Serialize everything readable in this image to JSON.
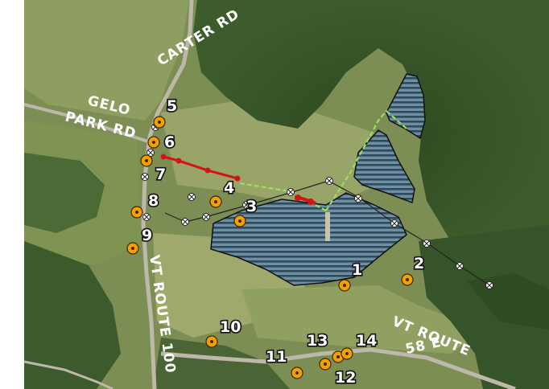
{
  "map": {
    "colors": {
      "forest": "#3b5a2c",
      "field": "#8a9a5a",
      "array_fill": "#6d8fa3",
      "array_stripe": "#2e4a5c",
      "point_fill": "#f5a000",
      "red_line": "#d41414",
      "green_line": "#9ae05a",
      "road": "#b9b4a6"
    },
    "roads": [
      {
        "id": "carter",
        "label": "CARTER RD"
      },
      {
        "id": "gelo",
        "label": "GELO"
      },
      {
        "id": "park",
        "label": "PARK RD"
      },
      {
        "id": "vt100",
        "label": "VT ROUTE 100"
      },
      {
        "id": "vt58a",
        "label": "VT ROUTE"
      },
      {
        "id": "vt58b",
        "label": "58 E"
      }
    ],
    "viewpoints": [
      "1",
      "2",
      "3",
      "4",
      "5",
      "6",
      "7",
      "8",
      "9",
      "10",
      "11",
      "12",
      "13",
      "14"
    ],
    "legend_icons": [
      "viewpoint-marker-icon",
      "utility-pole-icon",
      "solar-array-icon"
    ]
  }
}
